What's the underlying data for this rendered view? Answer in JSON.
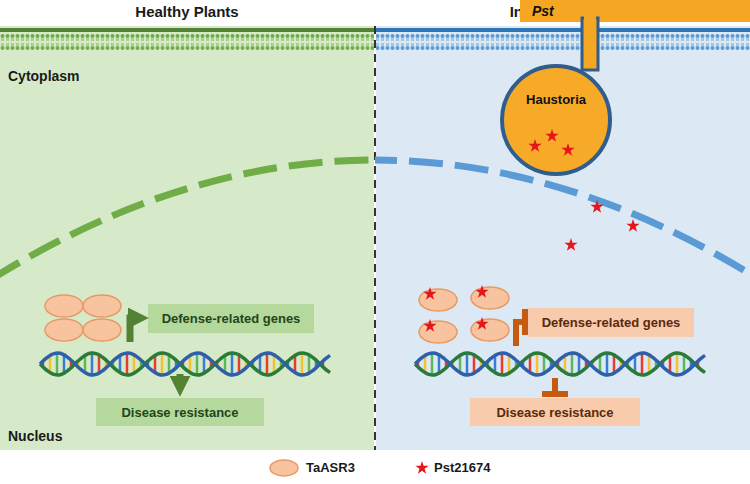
{
  "diagram": {
    "nodes": [
      {
        "text": [
          "Healthy Plants"
        ]
      },
      {
        "text": [
          "Defense-related genes"
        ],
        "in": 0
      },
      {
        "text": [
          "Disease resistance"
        ],
        "in": 0
      },
      {
        "text": [
          "Infected Plants"
        ]
      },
      {
        "text": [
          "Pst"
        ],
        "in": 3
      },
      {
        "text": [
          "Haustoria"
        ],
        "in": 3
      },
      {
        "text": [
          "Defense-related genes"
        ],
        "in": 3
      },
      {
        "text": [
          "Disease resistance"
        ],
        "in": 3
      }
    ],
    "labels": [
      "Cytoplasm",
      "Nucleus"
    ],
    "legend": [
      {
        "text": "TaASR3"
      },
      {
        "text": "Pst21674"
      }
    ]
  }
}
